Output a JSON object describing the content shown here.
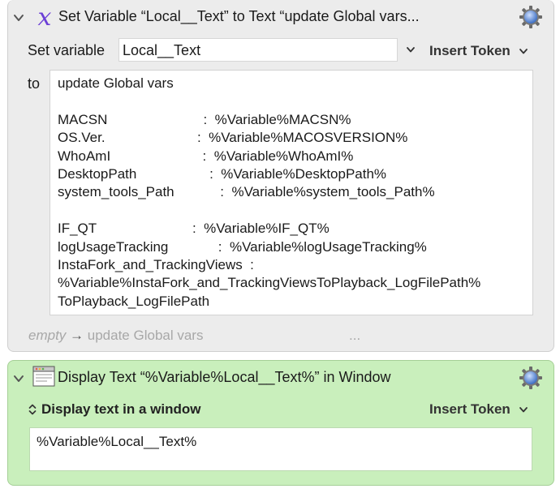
{
  "set_variable_action": {
    "title": "Set Variable “Local__Text” to Text “update Global vars...",
    "set_variable_label": "Set variable",
    "variable_name": "Local__Text",
    "insert_token_label": "Insert Token",
    "to_label": "to",
    "text_lines": [
      "update Global vars",
      "",
      "MACSN                         :  %Variable%MACSN%",
      "OS.Ver.                        :  %Variable%MACOSVERSION%",
      "WhoAmI                        :  %Variable%WhoAmI%",
      "DesktopPath                   :  %Variable%DesktopPath%",
      "system_tools_Path            :  %Variable%system_tools_Path%",
      "",
      "IF_QT                         :  %Variable%IF_QT%",
      "logUsageTracking             :  %Variable%logUsageTracking%",
      "InstaFork_and_TrackingViews  :",
      "%Variable%InstaFork_and_TrackingViewsToPlayback_LogFilePath%",
      "ToPlayback_LogFilePath"
    ],
    "footer_empty": "empty",
    "footer_arrow": "→",
    "footer_result": "update Global vars",
    "footer_more": "..."
  },
  "display_text_action": {
    "title": "Display Text “%Variable%Local__Text%” in Window",
    "mode_label": "Display text in a window",
    "insert_token_label": "Insert Token",
    "text_value": "%Variable%Local__Text%"
  },
  "colors": {
    "action_gray": "#ececec",
    "action_green": "#c9efbc",
    "variable_icon_purple": "#6b3fd6",
    "gear_blue": "#4a7fd4"
  },
  "icons": {
    "collapse": "chevron-down-icon",
    "variable": "variable-x-icon",
    "window": "window-icon",
    "gear": "gear-icon",
    "mode_selector": "up-down-chevron-icon"
  }
}
